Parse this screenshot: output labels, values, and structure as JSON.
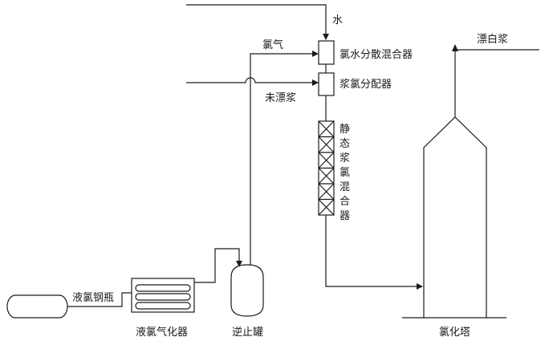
{
  "labels": {
    "water": "水",
    "chlorine_gas": "氯气",
    "chlorine_water_mixer": "氯水分散混合器",
    "pulp_chlorine_distributor": "浆氯分配器",
    "unbleached_pulp": "未漂浆",
    "bleached_pulp": "漂白浆",
    "static_mixer_chars": [
      "静",
      "态",
      "浆",
      "氯",
      "混",
      "合",
      "器"
    ],
    "liquid_chlorine_cylinder": "液氯钢瓶",
    "liquid_chlorine_vaporizer": "液氯气化器",
    "check_tank": "逆止罐",
    "chlorination_tower": "氯化塔"
  }
}
